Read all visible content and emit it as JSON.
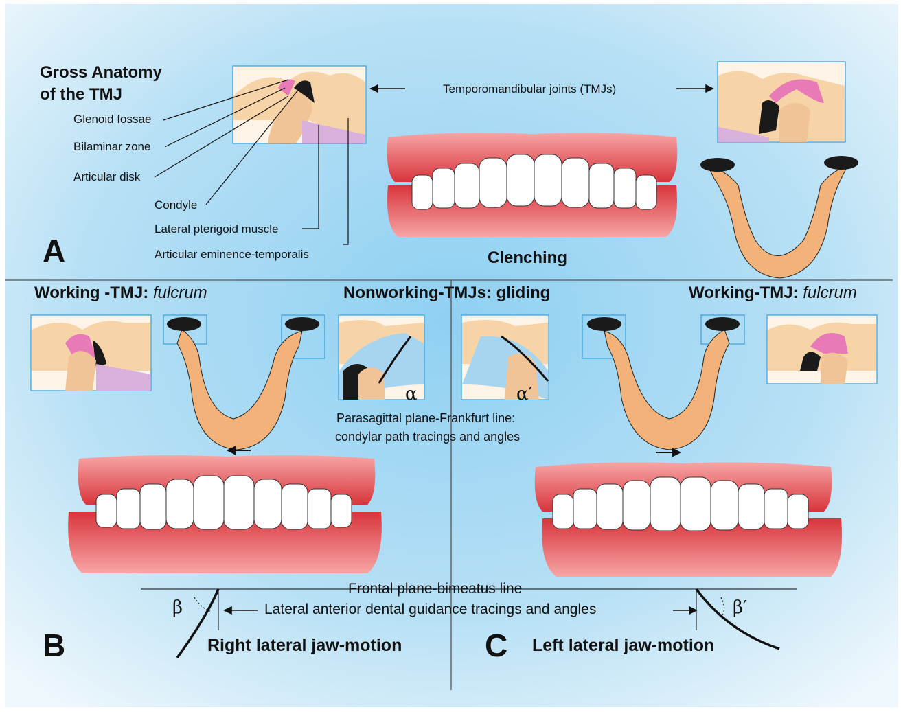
{
  "panel_a": {
    "letter": "A",
    "title_line1": "Gross Anatomy",
    "title_line2": "of the TMJ",
    "labels": [
      "Glenoid fossae",
      "Bilaminar zone",
      "Articular disk",
      "Condyle",
      "Lateral pterigoid muscle",
      "Articular eminence-temporalis"
    ],
    "tmj_label": "Temporomandibular joints (TMJs)",
    "clenching": "Clenching"
  },
  "middle": {
    "working_left_prefix": "Working -TMJ: ",
    "working_left_italic": "fulcrum",
    "nonworking": "Nonworking-TMJs: gliding",
    "working_right_prefix": "Working-TMJ: ",
    "working_right_italic": "fulcrum",
    "alpha": "α",
    "alpha_prime": "α′",
    "parasagittal_line1": "Parasagittal plane-Frankfurt line:",
    "parasagittal_line2": "condylar path tracings and angles"
  },
  "bottom": {
    "frontal": "Frontal plane-bimeatus line",
    "lateral": "Lateral anterior dental guidance tracings and angles",
    "beta": "β",
    "beta_prime": "β′",
    "letter_b": "B",
    "right_motion": "Right lateral jaw-motion",
    "letter_c": "C",
    "left_motion": "Left lateral jaw-motion"
  },
  "colors": {
    "background_blue": "#a9d8f1",
    "gum_red": "#e8454a",
    "bone": "#f6c99a",
    "disk_black": "#1a1a1a",
    "frame_blue": "#3ea6e0"
  }
}
